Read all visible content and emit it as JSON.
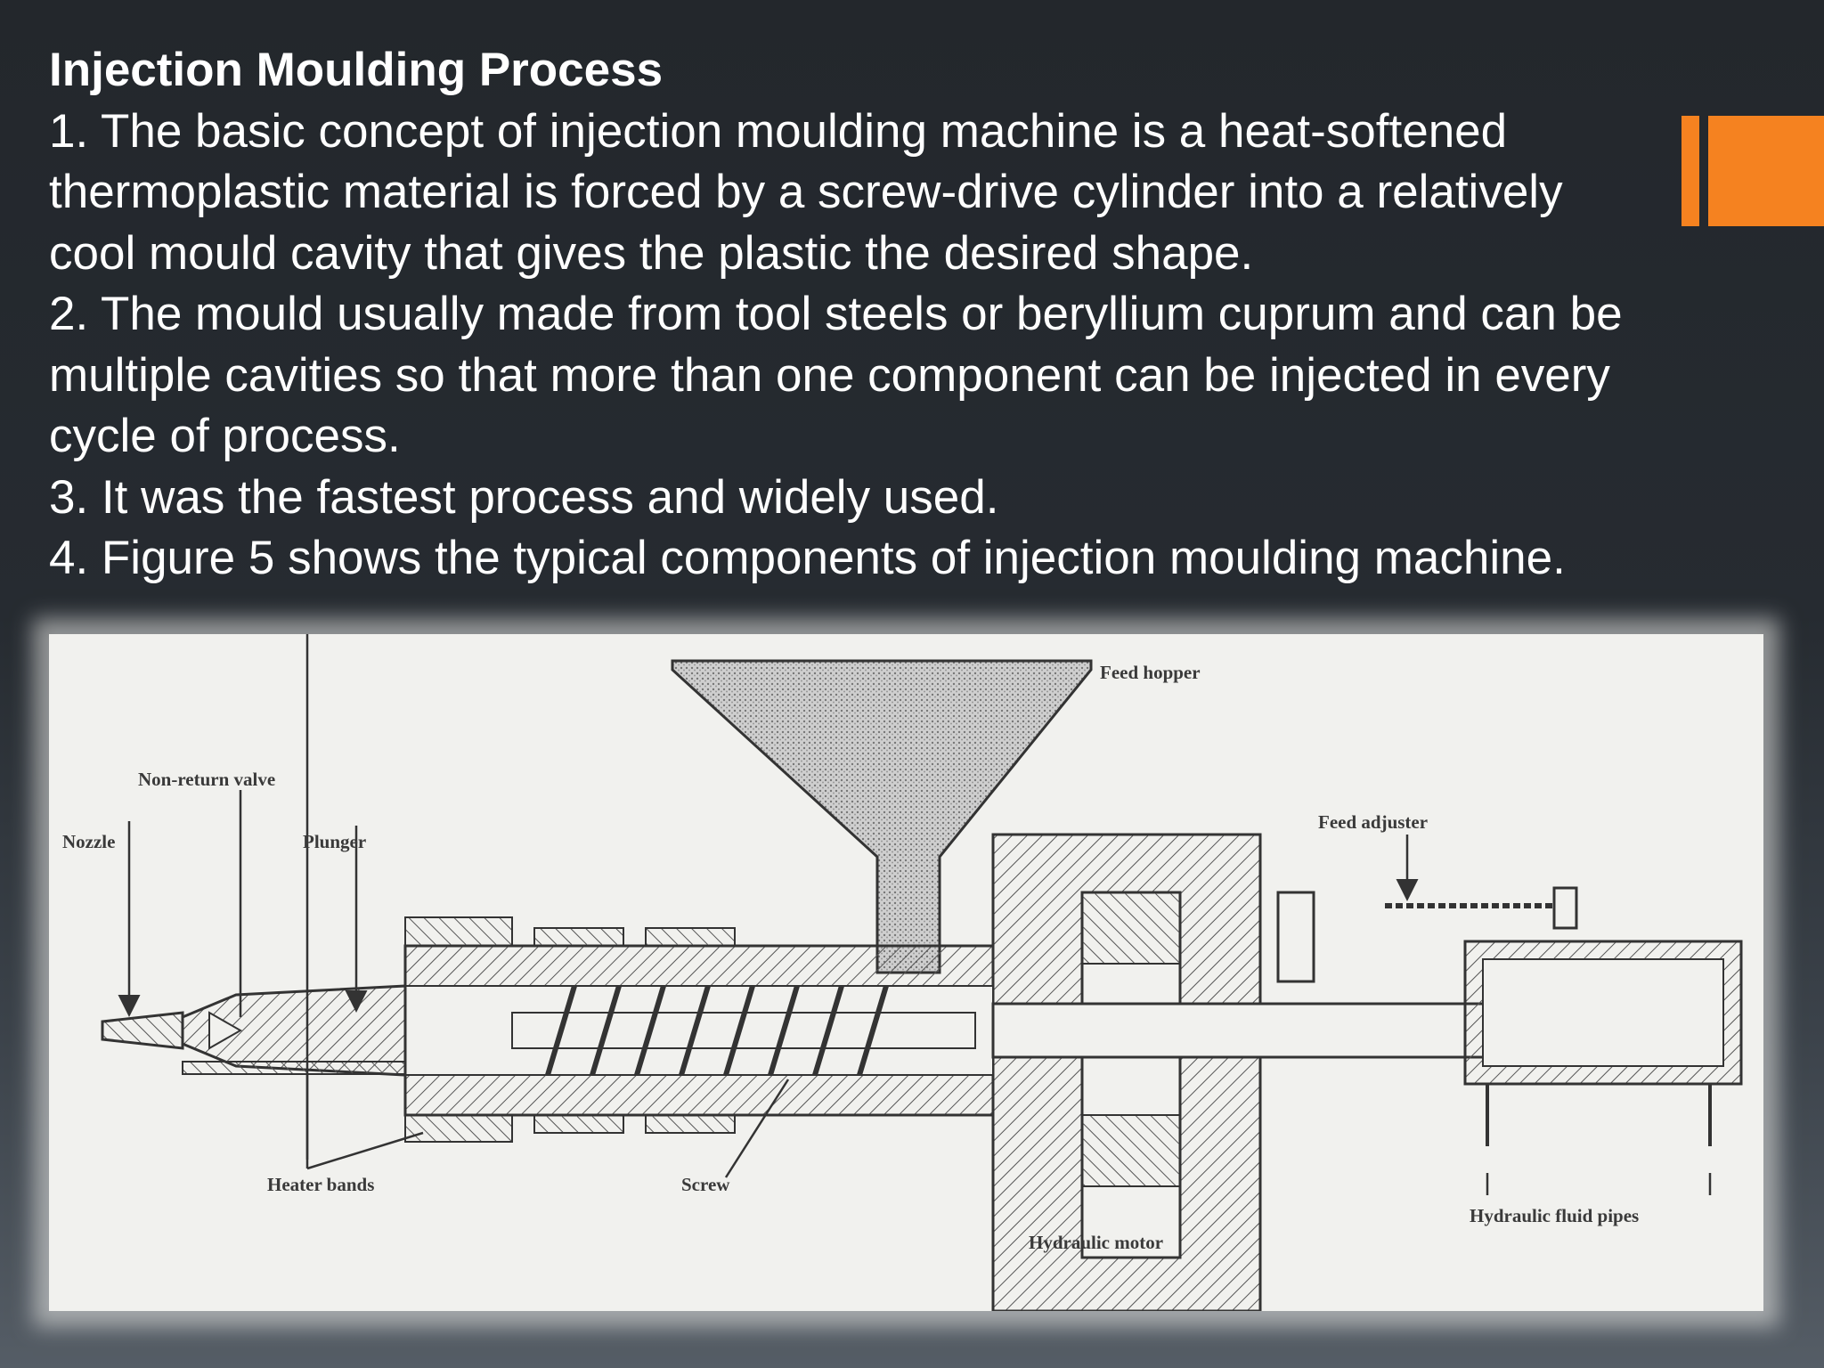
{
  "slide": {
    "title": "Injection Moulding Process",
    "lines": [
      "1. The basic concept of injection moulding machine is a heat-softened",
      "thermoplastic material is forced by a screw-drive cylinder into a relatively",
      "cool mould cavity that gives the plastic the desired shape.",
      "2. The mould usually made from tool steels or beryllium cuprum and can be",
      "multiple cavities so that more than one component can be injected in every",
      "cycle of process.",
      "3. It was the fastest process and widely used.",
      "4. Figure 5 shows the typical components of injection moulding machine."
    ],
    "accent_color": "#f58220"
  },
  "figure": {
    "labels": {
      "feed_hopper": "Feed hopper",
      "non_return_valve": "Non-return valve",
      "nozzle": "Nozzle",
      "plunger": "Plunger",
      "feed_adjuster": "Feed adjuster",
      "heater_bands": "Heater bands",
      "screw": "Screw",
      "hydraulic_fluid_pipes": "Hydraulic fluid pipes",
      "hydraulic_motor": "Hydraulic motor"
    }
  }
}
